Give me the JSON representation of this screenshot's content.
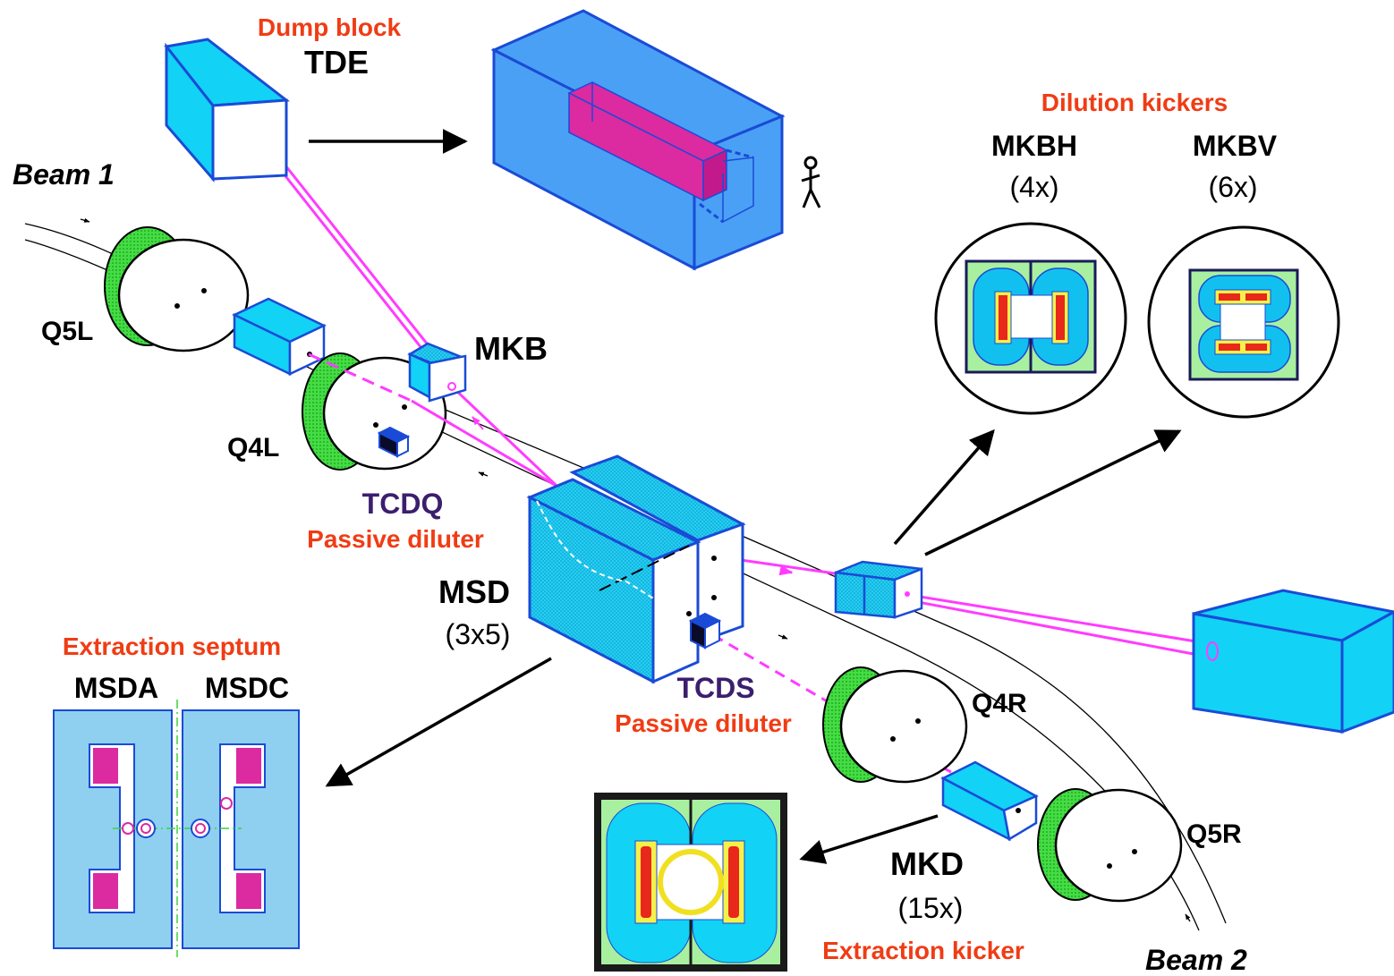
{
  "labels": {
    "dump_block": "Dump block",
    "tde": "TDE",
    "beam1": "Beam 1",
    "beam2": "Beam 2",
    "q5l": "Q5L",
    "q4l": "Q4L",
    "q4r": "Q4R",
    "q5r": "Q5R",
    "mkb": "MKB",
    "tcdq": "TCDQ",
    "tcdq_sub": "Passive diluter",
    "msd": "MSD",
    "msd_count": "(3x5)",
    "tcds": "TCDS",
    "tcds_sub": "Passive diluter",
    "dilution_kickers": "Dilution kickers",
    "mkbh": "MKBH",
    "mkbh_count": "(4x)",
    "mkbv": "MKBV",
    "mkbv_count": "(6x)",
    "extraction_septum": "Extraction septum",
    "msda": "MSDA",
    "msdc": "MSDC",
    "mkd": "MKD",
    "mkd_count": "(15x)",
    "extraction_kicker": "Extraction kicker"
  },
  "colors": {
    "label_red": "#f03c14",
    "label_purple": "#3c1e6e",
    "block_blue": "#4aa0f5",
    "cyan": "#12d2f5",
    "pink_beam": "#ff3cff",
    "magnet_green": "#3cd23c",
    "magenta_core": "#dc2aa0",
    "septum_bg": "#8fd0f0"
  }
}
